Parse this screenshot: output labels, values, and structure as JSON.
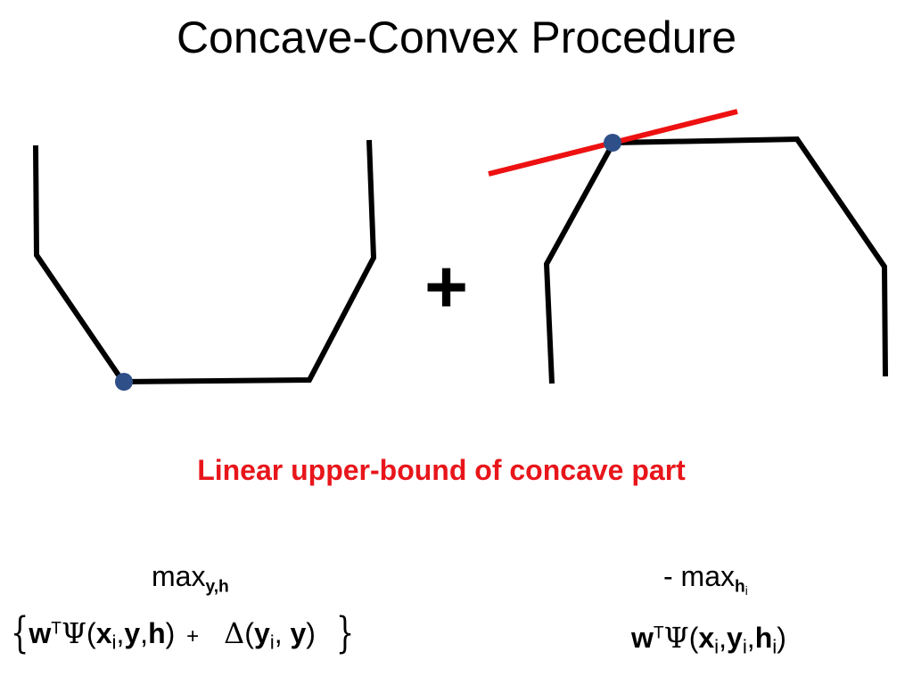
{
  "title": "Concave-Convex Procedure",
  "plus_sign": "+",
  "caption": "Linear upper-bound of concave part",
  "colors": {
    "curve": "#000000",
    "tangent": "#ee1111",
    "point": "#2f4f88",
    "caption": "#e8161b"
  },
  "left_formula": {
    "max": "max",
    "max_subscript": "y,h",
    "open_brace": "{",
    "w": "w",
    "T": "T",
    "psi": "Ψ",
    "open_paren": "(",
    "x": "x",
    "i": "i",
    "comma": ",",
    "y": "y",
    "h": "h",
    "close_paren": ")",
    "plus": "+",
    "delta": "Δ",
    "close_brace": "}"
  },
  "right_formula": {
    "minus_max": "- max",
    "h": "h",
    "i": "i",
    "w": "w",
    "T": "T",
    "psi": "Ψ",
    "open_paren": "(",
    "x": "x",
    "comma": ",",
    "y": "y",
    "close_paren": ")"
  }
}
